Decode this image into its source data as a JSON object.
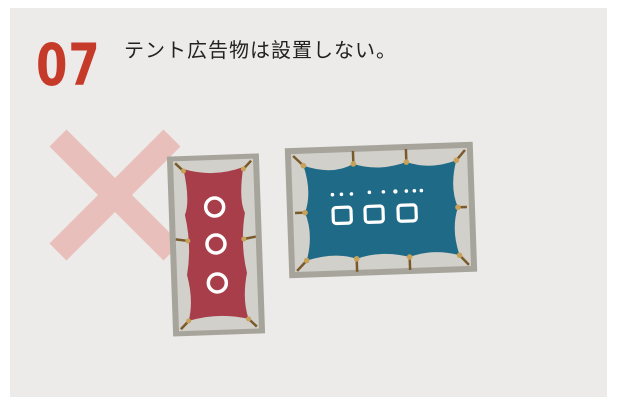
{
  "item": {
    "number": "07",
    "caption": "テント広告物は設置しない。"
  },
  "colors": {
    "background": "#ecebe9",
    "number": "#c63a2a",
    "cross": "#e8b3ad",
    "frame": "#a7a49c",
    "banner_red": "#a83e4a",
    "banner_blue": "#1f6a86"
  },
  "icons": {
    "prohibited_mark": "cross-mark",
    "vertical_banner": "red-tent-banner",
    "horizontal_banner": "blue-tent-banner"
  }
}
